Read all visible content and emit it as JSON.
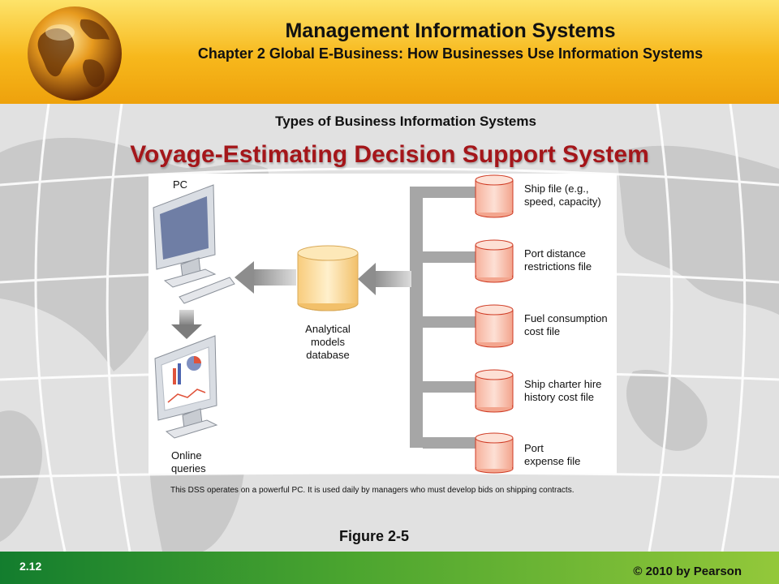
{
  "header": {
    "title": "Management Information Systems",
    "subtitle": "Chapter 2 Global E-Business: How Businesses Use Information Systems"
  },
  "slide": {
    "section": "Types of Business Information Systems",
    "title": "Voyage-Estimating Decision Support System"
  },
  "diagram": {
    "pc_label": "PC",
    "queries_label": [
      "Online",
      "queries"
    ],
    "database_label": [
      "Analytical",
      "models",
      "database"
    ],
    "files": [
      [
        "Ship file (e.g.,",
        "speed, capacity)"
      ],
      [
        "Port distance",
        "restrictions file"
      ],
      [
        "Fuel consumption",
        "cost file"
      ],
      [
        "Ship charter hire",
        "history cost file"
      ],
      [
        "Port",
        "expense file"
      ]
    ],
    "colors": {
      "cylinder_fill": "#fbc6b5",
      "cylinder_stroke": "#cf3b24",
      "db_fill": "#fde2a8",
      "db_stroke": "#d9a957",
      "arrow": "#a3a3a3"
    }
  },
  "caption": "This DSS operates on a powerful PC. It is used daily by managers who must develop bids on shipping contracts.",
  "figure_ref": "Figure 2-5",
  "footer": {
    "slide_number": "2.12",
    "copyright": "© 2010 by Pearson"
  }
}
